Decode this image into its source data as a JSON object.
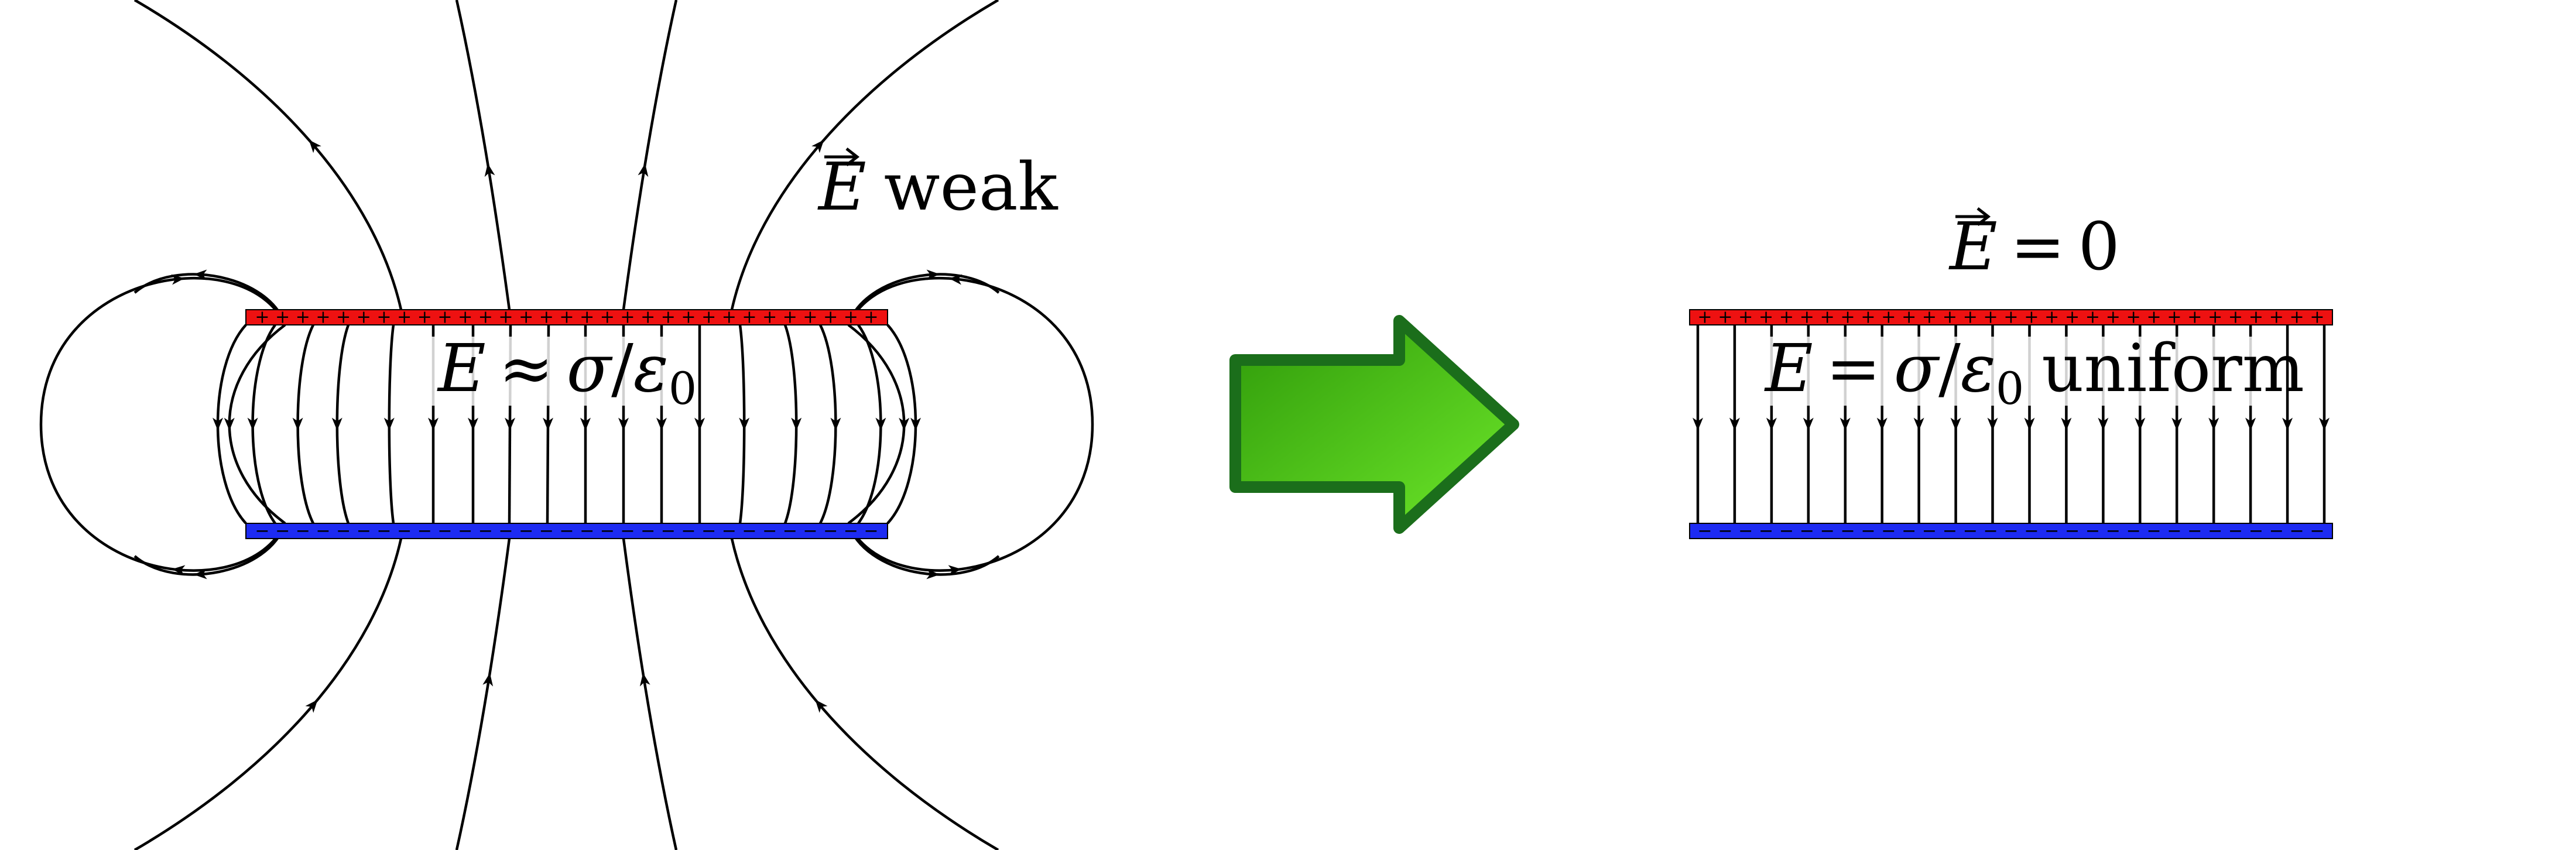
{
  "left_panel": {
    "plate_charges": {
      "top": "+",
      "bottom": "−"
    },
    "inside_label": {
      "E": "E",
      "rel": "≈",
      "sigma": "σ",
      "slash": "/",
      "eps": "ε",
      "sub": "0"
    },
    "outside_label": {
      "E": "E",
      "word": "weak"
    }
  },
  "arrow": {
    "fill_light": "#6ee82a",
    "fill_dark": "#2f9a0a",
    "outline": "#1b6e1b"
  },
  "right_panel": {
    "plate_charges": {
      "top": "+",
      "bottom": "−"
    },
    "outside_label": {
      "E": "E",
      "rel": "=",
      "value": "0"
    },
    "inside_label": {
      "E": "E",
      "rel": "=",
      "sigma": "σ",
      "slash": "/",
      "eps": "ε",
      "sub": "0",
      "word": "uniform"
    }
  },
  "colors": {
    "positive_plate": "#ee1111",
    "negative_plate": "#1d2bf2",
    "field_line": "#000000"
  }
}
